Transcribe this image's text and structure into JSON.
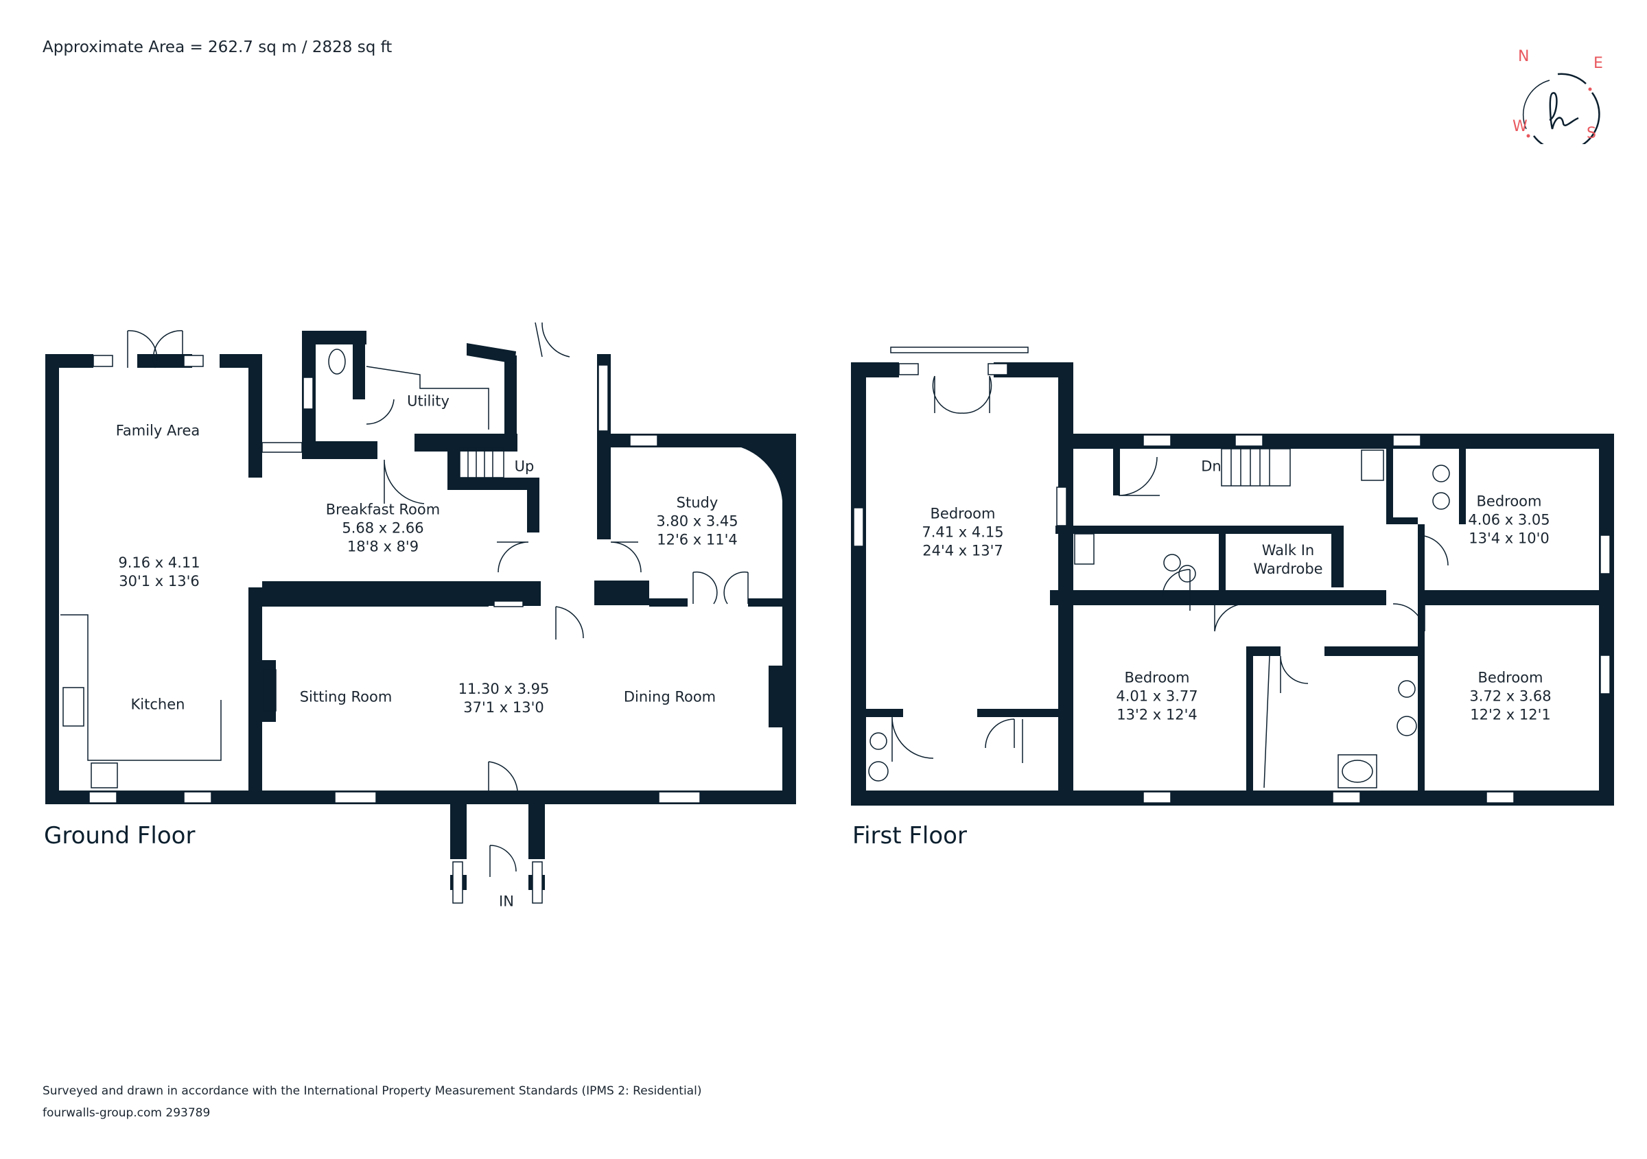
{
  "header": {
    "approx_area": "Approximate Area = 262.7 sq m / 2828 sq ft"
  },
  "logo": {
    "compass": {
      "n": "N",
      "e": "E",
      "s": "S",
      "w": "W"
    },
    "monogram": "h",
    "accent_color": "#e8585e",
    "ink_color": "#0b1f2e"
  },
  "ground_floor": {
    "label": "Ground Floor",
    "entrance": "IN",
    "stairs_label": "Up",
    "rooms": [
      {
        "name": "Family Area",
        "metric": "",
        "imperial": ""
      },
      {
        "name": "",
        "metric": "9.16 x 4.11",
        "imperial": "30'1 x 13'6"
      },
      {
        "name": "Kitchen",
        "metric": "",
        "imperial": ""
      },
      {
        "name": "Utility",
        "metric": "",
        "imperial": ""
      },
      {
        "name": "Breakfast Room",
        "metric": "5.68 x 2.66",
        "imperial": "18'8 x 8'9"
      },
      {
        "name": "Study",
        "metric": "3.80 x 3.45",
        "imperial": "12'6 x 11'4"
      },
      {
        "name": "Sitting Room",
        "metric": "",
        "imperial": ""
      },
      {
        "name": "",
        "metric": "11.30 x 3.95",
        "imperial": "37'1 x 13'0"
      },
      {
        "name": "Dining Room",
        "metric": "",
        "imperial": ""
      }
    ]
  },
  "first_floor": {
    "label": "First Floor",
    "stairs_label": "Dn",
    "rooms": [
      {
        "name": "Bedroom",
        "metric": "7.41 x 4.15",
        "imperial": "24'4 x 13'7"
      },
      {
        "name": "Walk In",
        "metric": "Wardrobe",
        "imperial": ""
      },
      {
        "name": "Bedroom",
        "metric": "4.06 x 3.05",
        "imperial": "13'4 x 10'0"
      },
      {
        "name": "Bedroom",
        "metric": "4.01 x 3.77",
        "imperial": "13'2 x 12'4"
      },
      {
        "name": "Bedroom",
        "metric": "3.72 x 3.68",
        "imperial": "12'2 x 12'1"
      }
    ]
  },
  "footer": {
    "standards": "Surveyed and drawn in accordance with the International Property Measurement Standards (IPMS 2: Residential)",
    "reference": "fourwalls-group.com 293789"
  }
}
